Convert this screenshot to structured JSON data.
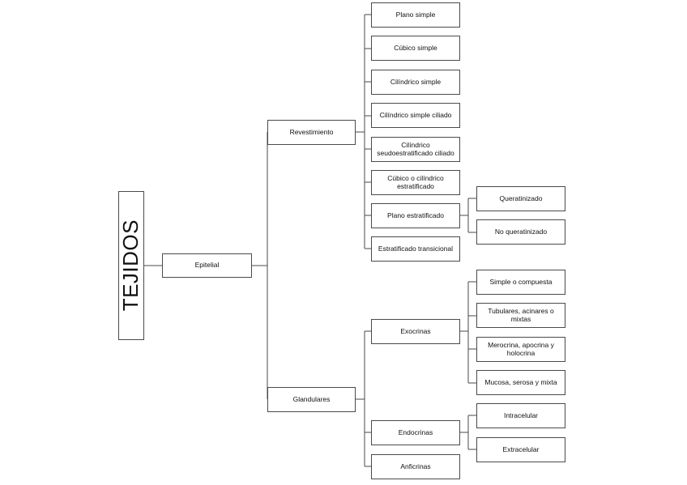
{
  "diagram": {
    "title": "TEJIDOS",
    "type": "hierarchy-tree",
    "orientation": "left-to-right",
    "colors": {
      "background": "#ffffff",
      "node_border": "#4a4a4a",
      "node_fill": "#ffffff",
      "text": "#111111",
      "connector": "#4a4a4a"
    },
    "root": {
      "label": "TEJIDOS"
    },
    "level1": [
      {
        "label": "Epitelial"
      }
    ],
    "level2": [
      {
        "label": "Revestimiento"
      },
      {
        "label": "Glandulares"
      }
    ],
    "revestimiento_children": [
      {
        "label": "Plano simple"
      },
      {
        "label": "Cúbico simple"
      },
      {
        "label": "Cilíndrico simple"
      },
      {
        "label": "Cilíndrico simple ciliado"
      },
      {
        "label": "Cilíndrico seudoestratificado ciliado"
      },
      {
        "label": "Cúbico o cilíndrico estratificado"
      },
      {
        "label": "Plano estratificado"
      },
      {
        "label": "Estratificado transicional"
      }
    ],
    "plano_estratificado_children": [
      {
        "label": "Queratinizado"
      },
      {
        "label": "No queratinizado"
      }
    ],
    "glandulares_children": [
      {
        "label": "Exocrinas"
      },
      {
        "label": "Endocrinas"
      },
      {
        "label": "Anficrinas"
      }
    ],
    "exocrinas_children": [
      {
        "label": "Simple o compuesta"
      },
      {
        "label": "Tubulares, acinares o mixtas"
      },
      {
        "label": "Merocrina, apocrina y holocrina"
      },
      {
        "label": "Mucosa, serosa y mixta"
      }
    ],
    "endocrinas_children": [
      {
        "label": "Intracelular"
      },
      {
        "label": "Extracelular"
      }
    ]
  }
}
